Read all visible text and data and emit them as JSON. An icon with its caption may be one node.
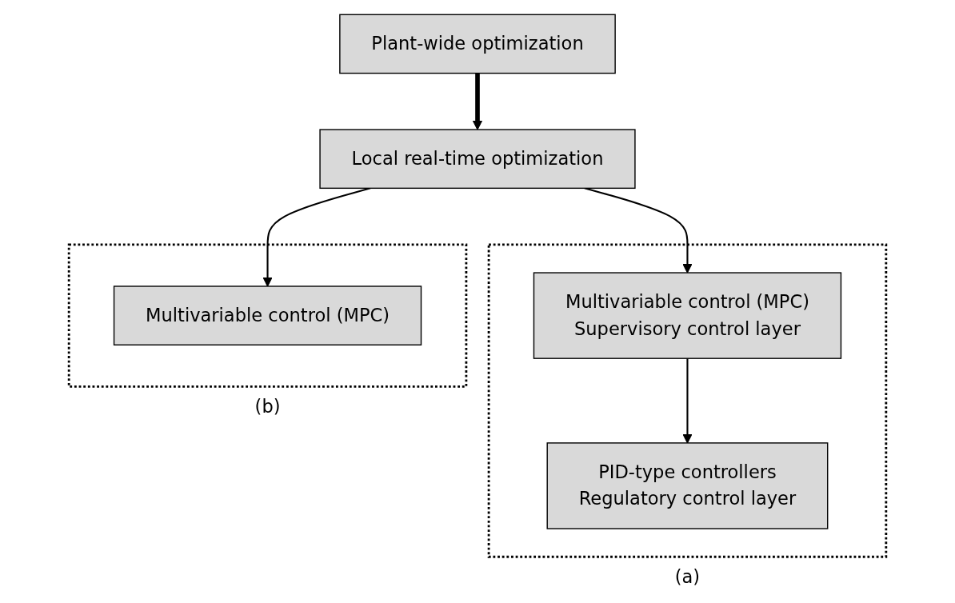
{
  "diagram": {
    "nodes": [
      {
        "text": [
          "Plant-wide optimization"
        ]
      },
      {
        "text": [
          "Local real-time optimization"
        ]
      },
      {
        "text": [
          "(a)"
        ]
      },
      {
        "text": [
          "Multivariable control (MPC)",
          "Supervisory control layer"
        ],
        "in": 2
      },
      {
        "text": [
          "PID-type controllers",
          "Regulatory control layer"
        ],
        "in": 2
      },
      {
        "text": [
          "(b)"
        ]
      },
      {
        "text": [
          "Multivariable control (MPC)"
        ],
        "in": 5
      }
    ],
    "edges": [
      {
        "from": 0,
        "to": 1,
        "arrow": "to",
        "style": "thick"
      },
      {
        "from": 1,
        "to": 3,
        "arrow": "to"
      },
      {
        "from": 3,
        "to": 4,
        "arrow": "to"
      },
      {
        "from": 1,
        "to": 6,
        "arrow": "to"
      }
    ]
  }
}
